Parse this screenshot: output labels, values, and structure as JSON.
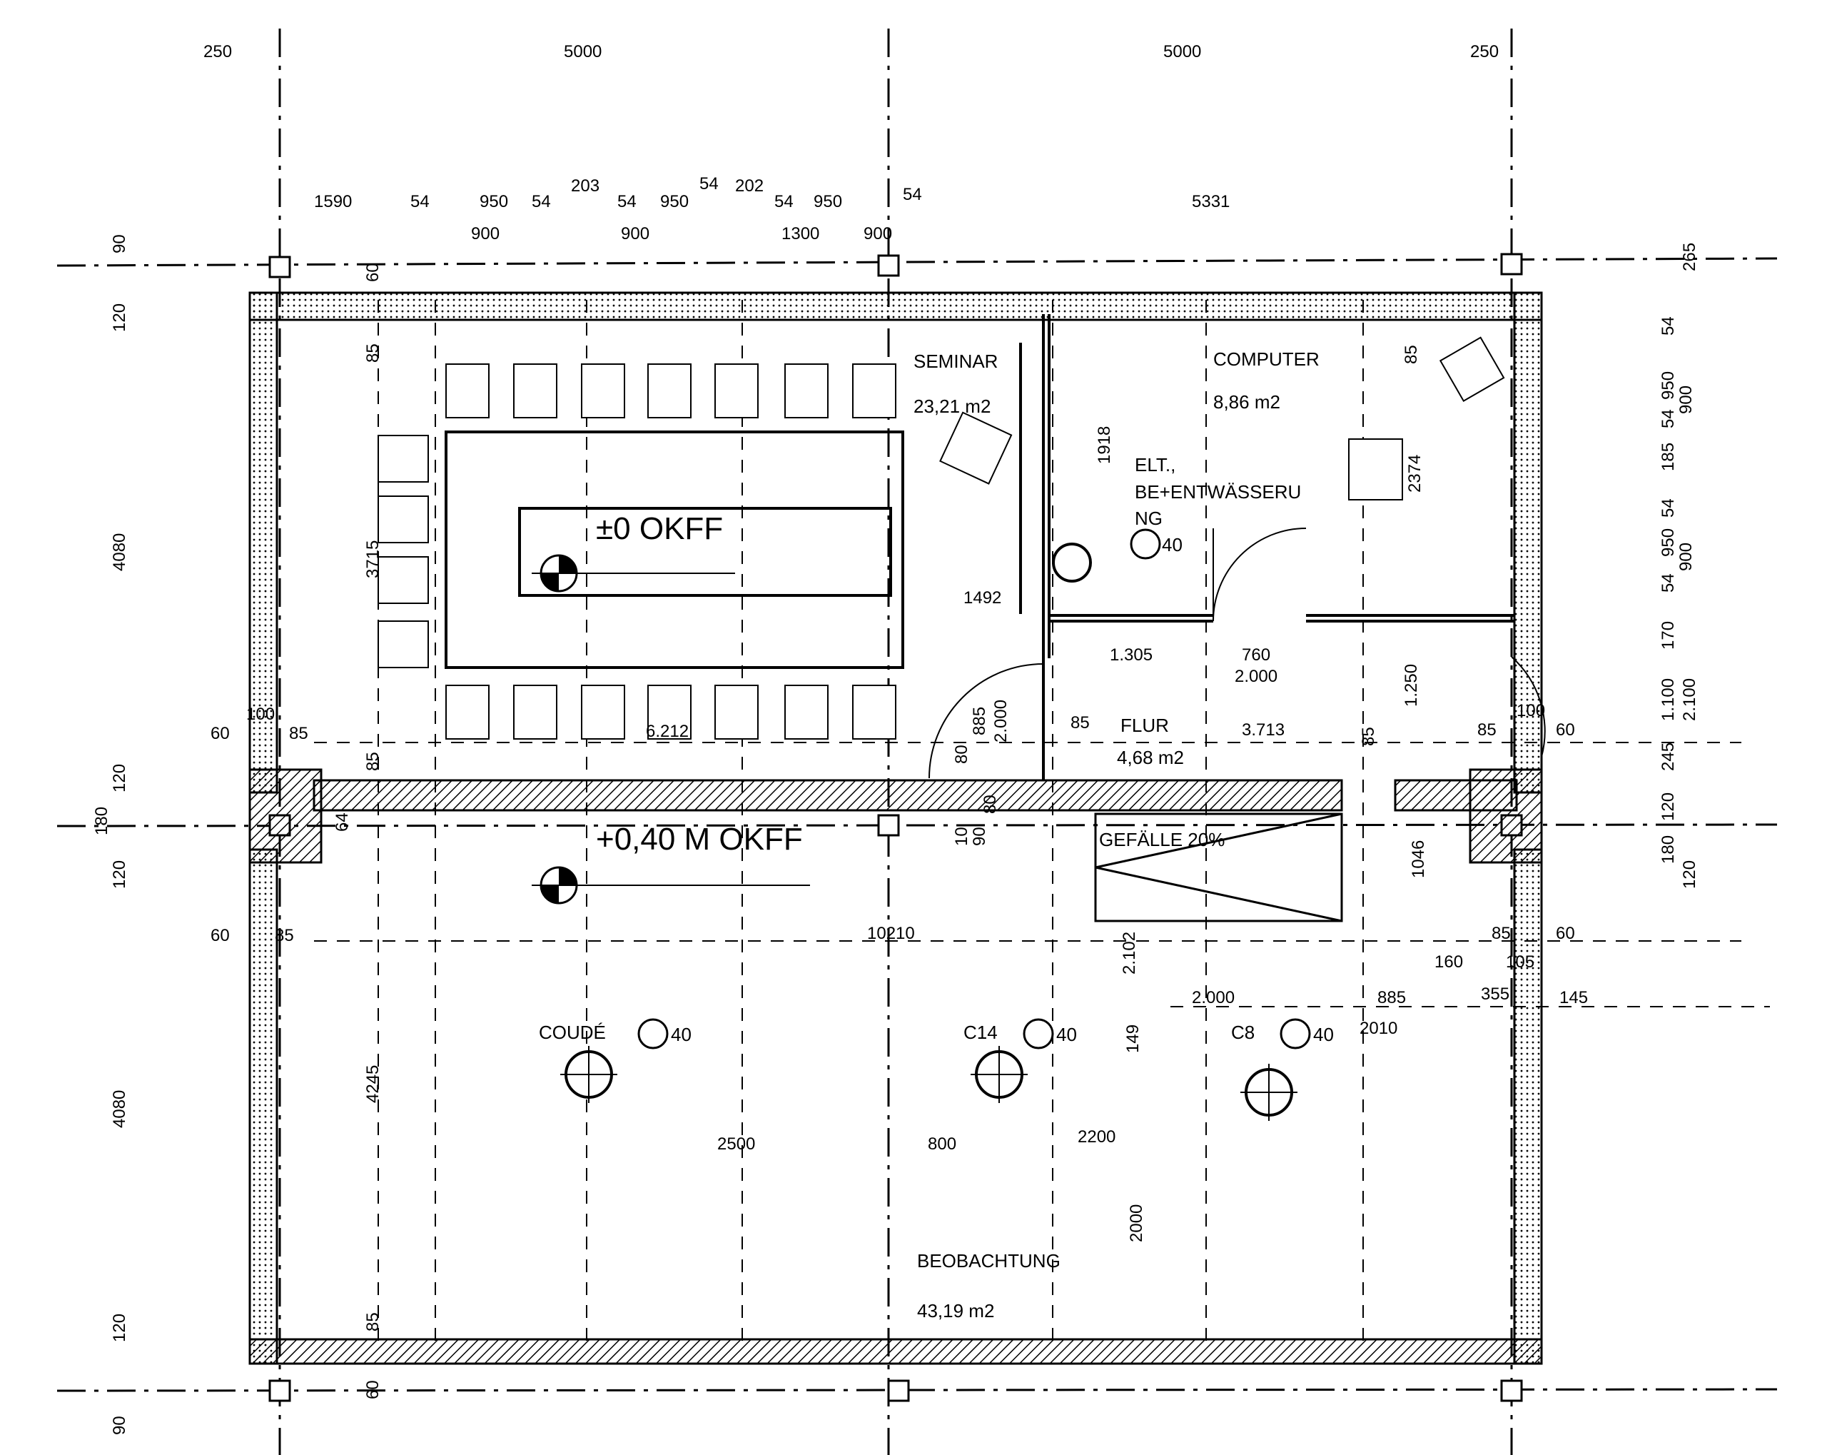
{
  "dimensions": {
    "top_outer": [
      "250",
      "5000",
      "5000",
      "250"
    ],
    "top_detail": [
      "1590",
      "54",
      "950",
      "54",
      "203",
      "54",
      "950",
      "54",
      "202",
      "54",
      "950",
      "54",
      "5331"
    ],
    "top_detail_2": [
      "900",
      "900",
      "1300",
      "900"
    ],
    "left_outer": [
      "90",
      "120",
      "4080",
      "120",
      "180",
      "120",
      "4080",
      "120",
      "90"
    ],
    "right_side": [
      "265",
      "54",
      "950",
      "900",
      "54",
      "185",
      "54",
      "950",
      "900",
      "54",
      "170",
      "1.100",
      "2.100",
      "245",
      "120",
      "180",
      "120"
    ],
    "interior": [
      "60",
      "100",
      "85",
      "6.212",
      "885",
      "2.000",
      "80",
      "85",
      "3.713",
      "85",
      "85",
      "100",
      "60",
      "1.305",
      "760",
      "2.000",
      "1492",
      "1918",
      "2374",
      "85",
      "1.250",
      "3715",
      "85",
      "85",
      "64",
      "60",
      "85",
      "10210",
      "85",
      "60",
      "2.102",
      "1046",
      "160",
      "105",
      "355",
      "145",
      "2.000",
      "885",
      "2010",
      "149",
      "2500",
      "800",
      "2200",
      "2000",
      "4245",
      "85",
      "10",
      "90",
      "80",
      "60",
      "60"
    ]
  },
  "rooms": {
    "seminar": {
      "name": "SEMINAR",
      "area": "23,21 m2"
    },
    "computer": {
      "name": "COMPUTER",
      "area": "8,86 m2"
    },
    "elt": {
      "name_line1": "ELT.,",
      "name_line2": "BE+ENTWÄSSERU",
      "name_line3": "NG",
      "item_size": "40"
    },
    "flur": {
      "name": "FLUR",
      "area": "4,68 m2"
    },
    "beobachtung": {
      "name": "BEOBACHTUNG",
      "area": "43,19 m2"
    }
  },
  "levels": {
    "upper": "±0 OKFF",
    "lower": "+0,40 M OKFF"
  },
  "slope": "GEFÄLLE 20%",
  "telescopes": [
    {
      "name": "COUDÉ",
      "size": "40"
    },
    {
      "name": "C14",
      "size": "40"
    },
    {
      "name": "C8",
      "size": "40"
    }
  ]
}
